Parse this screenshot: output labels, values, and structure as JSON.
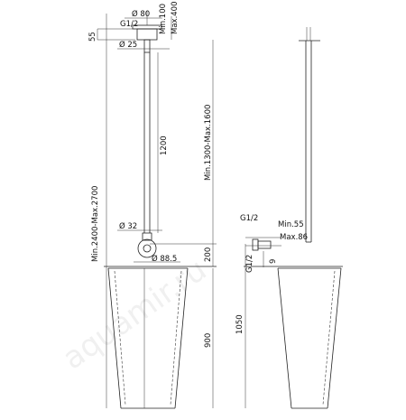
{
  "watermark": "aquamir.ru",
  "front_view": {
    "dim_g12": "G1/2",
    "dim_d80": "Ø 80",
    "dim_min100": "Min.100",
    "dim_max400": "Max.400",
    "dim_55": "55",
    "dim_d25": "Ø 25",
    "dim_1200": "1200",
    "dim_total": "Min.2400-Max.2700",
    "dim_rise": "Min.1300-Max.1600",
    "dim_d32": "Ø 32",
    "dim_d88": "Ø 88.5",
    "dim_200": "200",
    "dim_900": "900"
  },
  "side_view": {
    "dim_g12_top": "G1/2",
    "dim_min55": "Min.55",
    "dim_max86": "Max.86",
    "dim_g12_vert": "G1/2",
    "dim_9": "9",
    "dim_1050": "1050"
  }
}
